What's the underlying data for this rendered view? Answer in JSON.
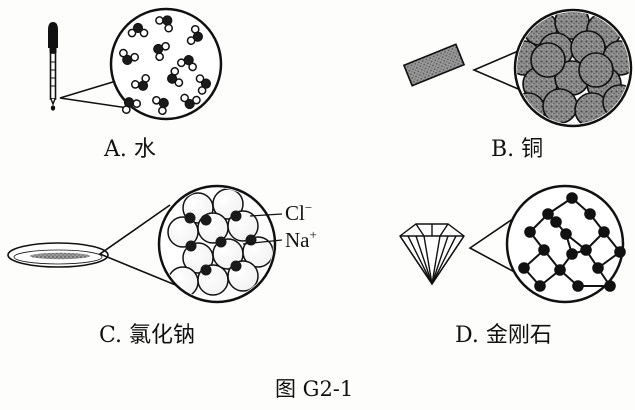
{
  "panels": {
    "a": {
      "caption": "A. 水"
    },
    "b": {
      "caption": "B. 铜"
    },
    "c": {
      "caption": "C. 氯化钠",
      "label_cl": "Cl",
      "label_cl_charge": "−",
      "label_na": "Na",
      "label_na_charge": "+"
    },
    "d": {
      "caption": "D. 金刚石"
    }
  },
  "figure_title": "图 G2-1",
  "colors": {
    "ink": "#111111",
    "paper": "#fdfdfb",
    "copper_fill": "#8a8a8a"
  },
  "icons": [
    "dropper-icon",
    "copper-bar-icon",
    "salt-dish-icon",
    "diamond-gem-icon"
  ]
}
